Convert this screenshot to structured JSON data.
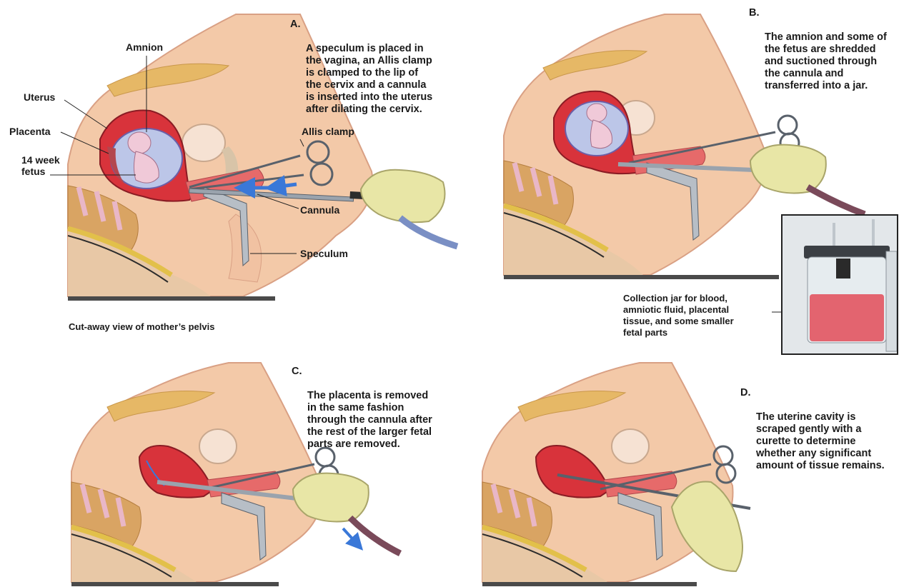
{
  "panels": {
    "a": {
      "letter": "A.",
      "text": "A speculum is placed in\nthe vagina, an Allis clamp\nis clamped to the lip of\nthe cervix and a cannula\nis inserted into the uterus\nafter dilating the cervix.",
      "labels": {
        "amnion": "Amnion",
        "uterus": "Uterus",
        "placenta": "Placenta",
        "fetus": "14 week\nfetus",
        "allis_clamp": "Allis clamp",
        "cannula": "Cannula",
        "speculum": "Speculum"
      },
      "footer": "Cut-away view of mother’s pelvis"
    },
    "b": {
      "letter": "B.",
      "text": "The amnion and some of\nthe fetus are shredded\nand suctioned through\nthe cannula and\ntransferred into a jar.",
      "jar_label": "Collection jar for blood,\namniotic fluid, placental\ntissue, and some smaller\nfetal parts"
    },
    "c": {
      "letter": "C.",
      "text": "The placenta is removed\nin the same fashion\nthrough the cannula after\nthe rest of the larger fetal\nparts are removed."
    },
    "d": {
      "letter": "D.",
      "text": "The uterine cavity is\nscraped gently with a\ncurette to determine\nwhether any significant\namount of tissue remains."
    }
  },
  "colors": {
    "skin": "#f3c9a8",
    "skin_dark": "#e2a98a",
    "uterus": "#d8333b",
    "amnion_fluid": "#bcc6e8",
    "fetus": "#f0c9d8",
    "bone": "#d9a463",
    "disc": "#e9b7c7",
    "spine_yellow": "#e2c04a",
    "glove": "#e8e6a6",
    "steel": "#9aa3ad",
    "arrow": "#3a78d8"
  }
}
